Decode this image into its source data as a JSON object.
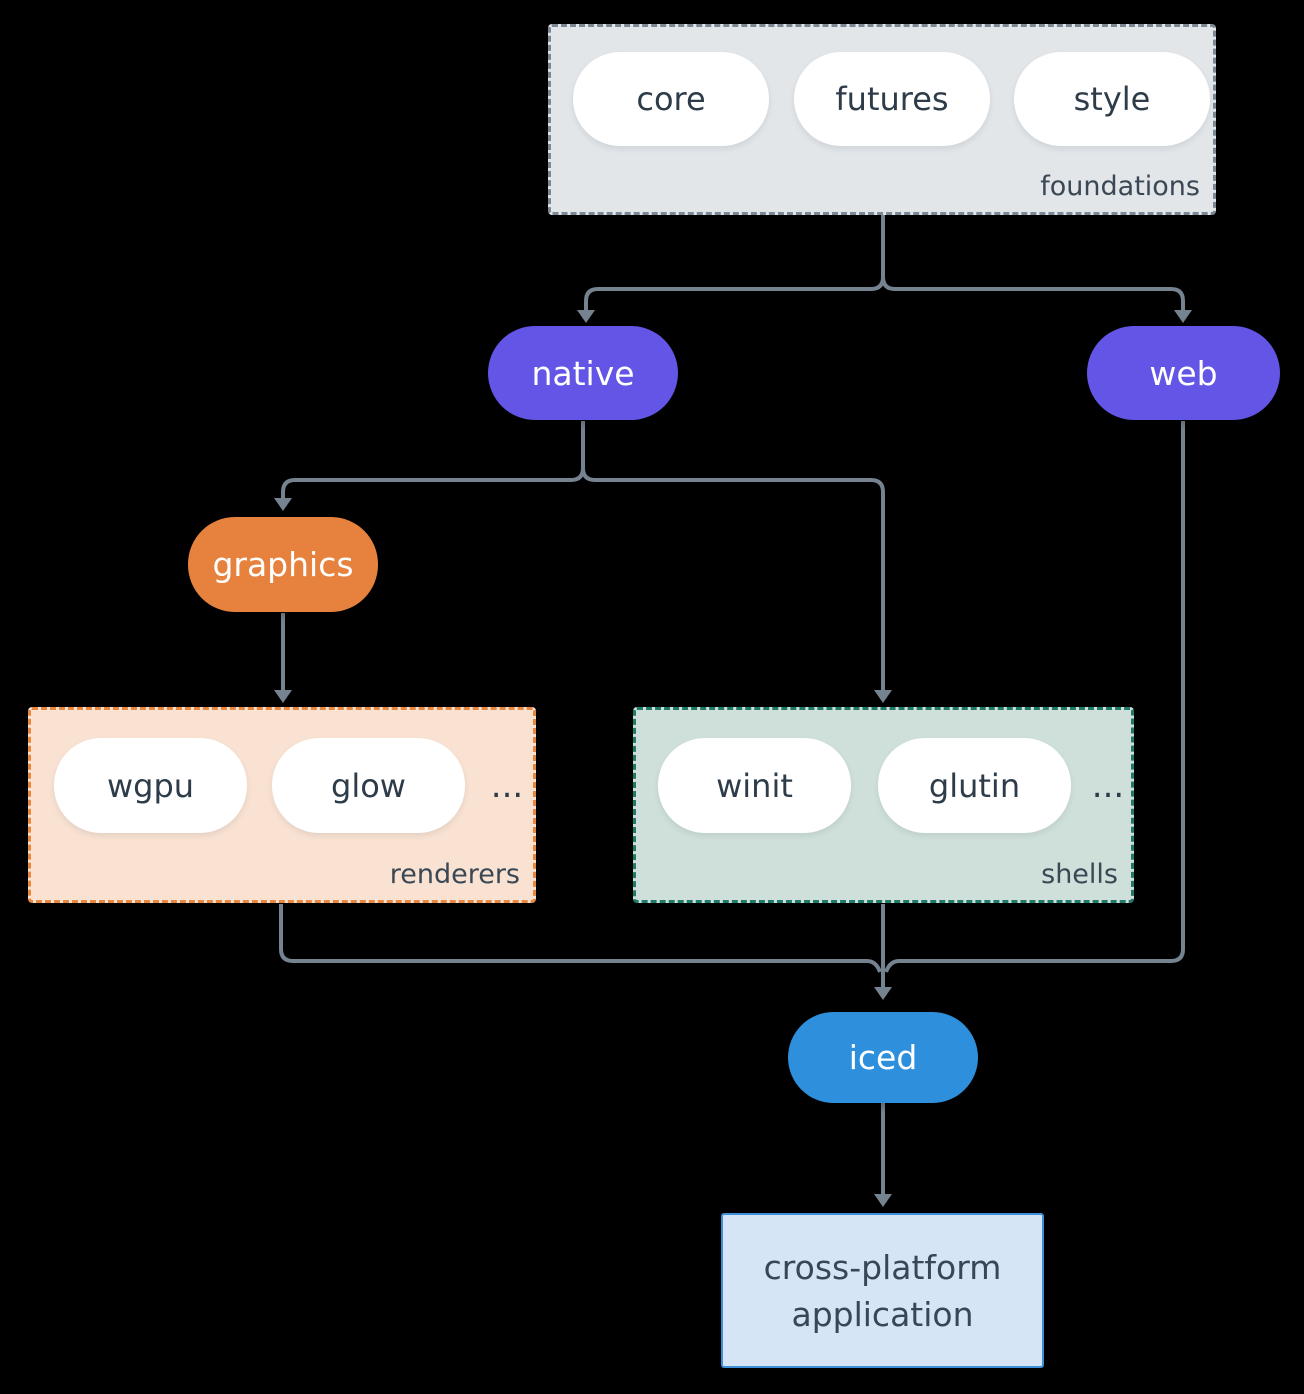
{
  "diagram": {
    "groups": {
      "foundations": {
        "label": "foundations",
        "items": [
          "core",
          "futures",
          "style"
        ],
        "fill": "#e2e6e9",
        "border": "#7c8894"
      },
      "renderers": {
        "label": "renderers",
        "items": [
          "wgpu",
          "glow"
        ],
        "ellipsis": "...",
        "fill": "#f9e2d2",
        "border": "#e8873f"
      },
      "shells": {
        "label": "shells",
        "items": [
          "winit",
          "glutin"
        ],
        "ellipsis": "...",
        "fill": "#cfe0da",
        "border": "#207a6a"
      }
    },
    "nodes": {
      "native": {
        "label": "native",
        "fill": "#6355e5",
        "text_color": "#ffffff"
      },
      "web": {
        "label": "web",
        "fill": "#6355e5",
        "text_color": "#ffffff"
      },
      "graphics": {
        "label": "graphics",
        "fill": "#e6823d",
        "text_color": "#ffffff"
      },
      "iced": {
        "label": "iced",
        "fill": "#2e90dc",
        "text_color": "#ffffff"
      },
      "application": {
        "label_line1": "cross-platform",
        "label_line2": "application",
        "fill": "#d6e5f6",
        "border": "#3d8fd9"
      }
    },
    "edges": [
      {
        "from": "foundations",
        "to": "native"
      },
      {
        "from": "foundations",
        "to": "web"
      },
      {
        "from": "native",
        "to": "graphics"
      },
      {
        "from": "native",
        "to": "shells"
      },
      {
        "from": "graphics",
        "to": "renderers"
      },
      {
        "from": "renderers",
        "to": "iced"
      },
      {
        "from": "shells",
        "to": "iced"
      },
      {
        "from": "web",
        "to": "iced"
      },
      {
        "from": "iced",
        "to": "application"
      }
    ],
    "colors": {
      "background": "#000000",
      "connector": "#75828f",
      "pill_text": "#2e3c4a",
      "group_label_text": "#3a4754",
      "app_text": "#36475a"
    }
  }
}
